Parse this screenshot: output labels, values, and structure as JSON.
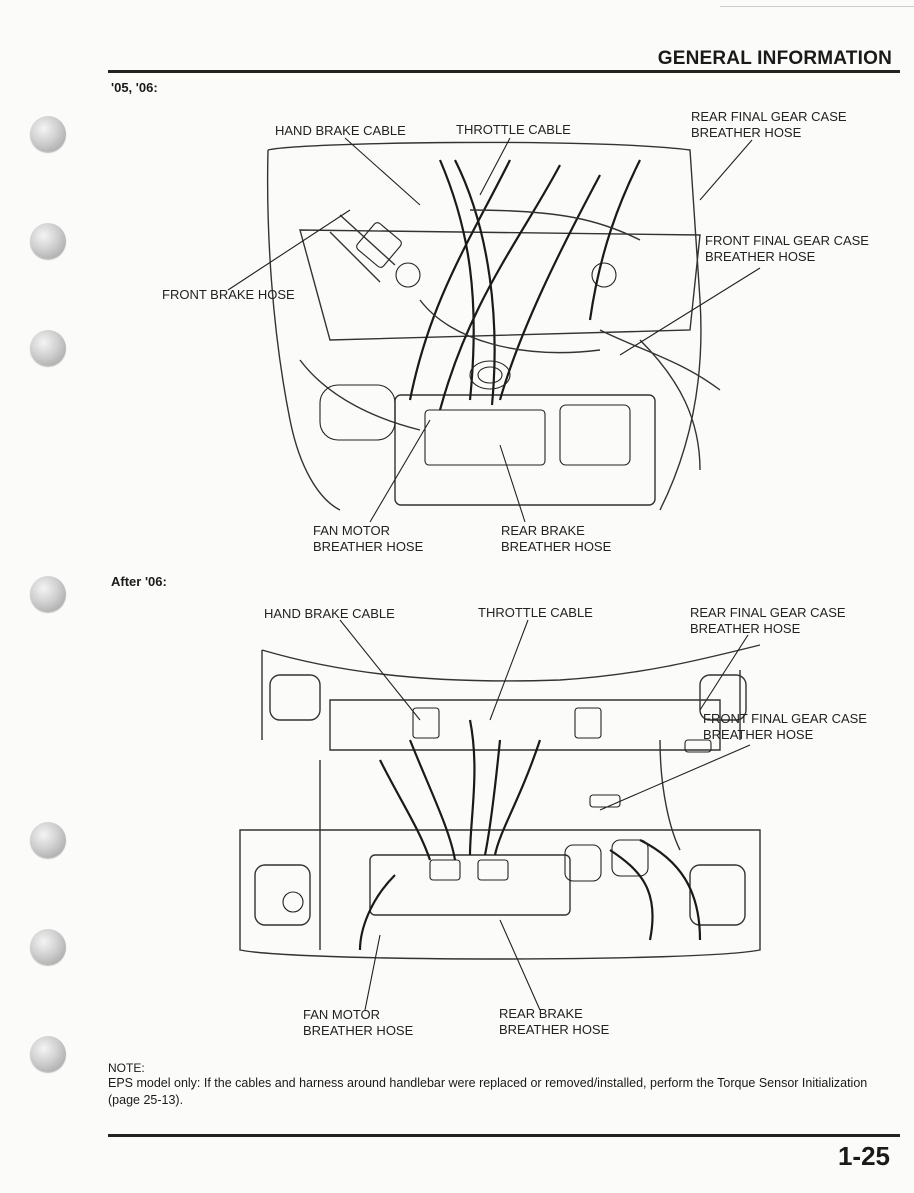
{
  "header": {
    "title": "GENERAL INFORMATION"
  },
  "section1": {
    "label": "'05, '06:",
    "callouts": {
      "hand_brake_cable": "HAND BRAKE CABLE",
      "throttle_cable": "THROTTLE CABLE",
      "rear_final_gear_case": "REAR FINAL GEAR CASE\nBREATHER HOSE",
      "front_final_gear_case": "FRONT FINAL GEAR CASE\nBREATHER HOSE",
      "front_brake_hose": "FRONT BRAKE HOSE",
      "fan_motor": "FAN MOTOR\nBREATHER HOSE",
      "rear_brake": "REAR BRAKE\nBREATHER HOSE"
    }
  },
  "section2": {
    "label": "After '06:",
    "callouts": {
      "hand_brake_cable": "HAND BRAKE CABLE",
      "throttle_cable": "THROTTLE CABLE",
      "rear_final_gear_case": "REAR FINAL GEAR CASE\nBREATHER HOSE",
      "front_final_gear_case": "FRONT FINAL GEAR CASE\nBREATHER HOSE",
      "fan_motor": "FAN MOTOR\nBREATHER HOSE",
      "rear_brake": "REAR BRAKE\nBREATHER HOSE"
    }
  },
  "note": {
    "label": "NOTE:",
    "text": "EPS model only: If the cables and harness around handlebar were replaced or removed/installed, perform the Torque Sensor Initialization (page 25-13)."
  },
  "footer": {
    "page_number": "1-25"
  }
}
